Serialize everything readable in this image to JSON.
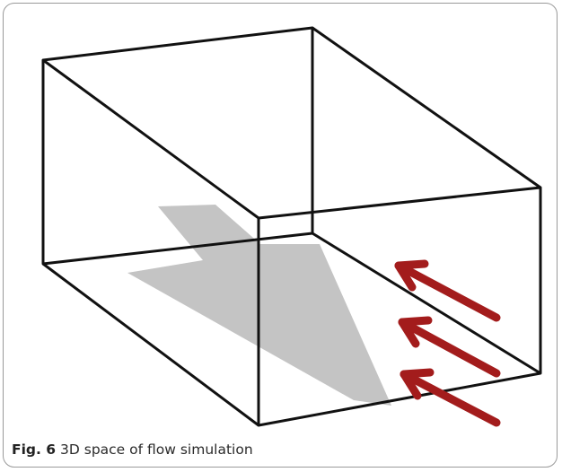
{
  "caption": {
    "label": "Fig. 6",
    "text": "3D space of flow simulation"
  },
  "diagram": {
    "box_color": "#111111",
    "shape_color": "#c4c4c4",
    "arrow_color": "#a31c1c",
    "arrow_count": 3
  }
}
